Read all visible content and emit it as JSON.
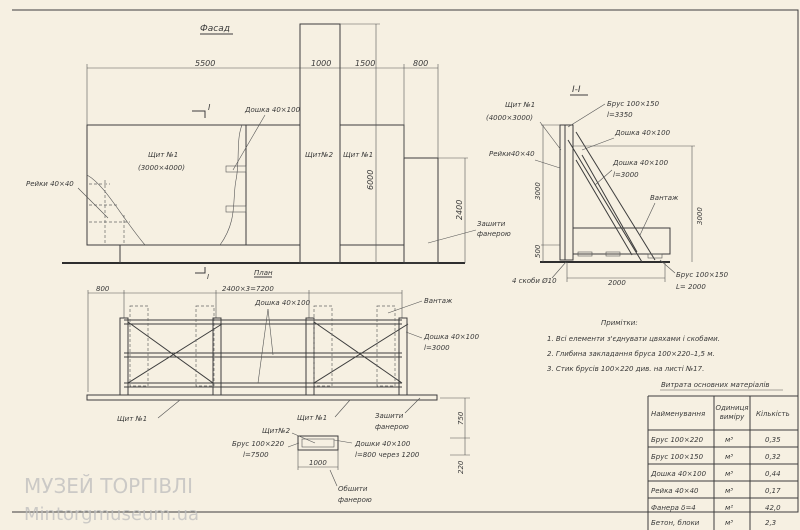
{
  "facade": {
    "title": "Фасад",
    "dims": {
      "d5500": "5500",
      "d1000": "1000",
      "d1500": "1500",
      "d800": "800",
      "d6000": "6000",
      "d2400": "2400"
    },
    "section_mark": "I",
    "label_board": "Дошка 40×100",
    "panel1_name": "Щит №1",
    "panel1_size": "(3000×4000)",
    "label_laths": "Рейки 40×40",
    "panel2_name": "Щит№2",
    "panel1b_name": "Щит №1",
    "label_plywood_1": "Зашити",
    "label_plywood_2": "фанерою"
  },
  "section": {
    "title": "I-I",
    "panel_name": "Щит №1",
    "panel_size": "(4000×3000)",
    "beam_top": "Брус 100×150",
    "beam_top_len": "l=3350",
    "board1": "Дошка 40×100",
    "laths": "Рейки40×40",
    "board2": "Дошка 40×100",
    "board2_len": "l=3000",
    "load": "Вантаж",
    "dim_3000_left": "3000",
    "dim_3000_right": "3000",
    "dim_500": "500",
    "dim_2000": "2000",
    "staples": "4 скоби Ø10",
    "beam_bottom": "Брус 100×150",
    "beam_bottom_len": "L= 2000"
  },
  "plan": {
    "title": "План",
    "section_mark": "I",
    "dim_800": "800",
    "dim_span": "2400×3=7200",
    "board_label": "Дошка 40×100",
    "load": "Вантаж",
    "board_right": "Дошка 40×100",
    "board_right_len": "l=3000",
    "panel_left": "Щит №1",
    "panel_mid": "Щит №1",
    "plywood_1": "Зашити",
    "plywood_2": "фанерою",
    "panel2": "Щит№2",
    "beam": "Брус 100×220",
    "beam_len": "l=7500",
    "boards": "Дошки 40×100",
    "boards_spacing": "l=800 через 1200",
    "dim_1000": "1000",
    "clad_1": "Обшити",
    "clad_2": "фанерою",
    "dim_750": "750",
    "dim_220": "220"
  },
  "notes": {
    "title": "Примітки:",
    "items": [
      "1. Всі елементи з'єднувати цвяхами і скобами.",
      "2. Глибина закладання бруса 100×220–1,5 м.",
      "3. Стик брусів  100×220 див. на листі №17."
    ]
  },
  "materials": {
    "title": "Витрата основних матеріалів",
    "headers": [
      "Найменування",
      "Одиниця виміру",
      "Кількість"
    ],
    "rows": [
      {
        "name": "Брус 100×220",
        "unit": "м³",
        "qty": "0,35"
      },
      {
        "name": "Брус 100×150",
        "unit": "м³",
        "qty": "0,32"
      },
      {
        "name": "Дошка 40×100",
        "unit": "м³",
        "qty": "0,44"
      },
      {
        "name": "Рейка 40×40",
        "unit": "м³",
        "qty": "0,17"
      },
      {
        "name": "Фанера δ=4",
        "unit": "м²",
        "qty": "42,0"
      },
      {
        "name": "Бетон, блоки",
        "unit": "м³",
        "qty": "2,3"
      }
    ]
  },
  "watermark": {
    "line1": "МУЗЕЙ ТОРГІВЛІ",
    "line2": "Mintorgmuseum.ua"
  }
}
